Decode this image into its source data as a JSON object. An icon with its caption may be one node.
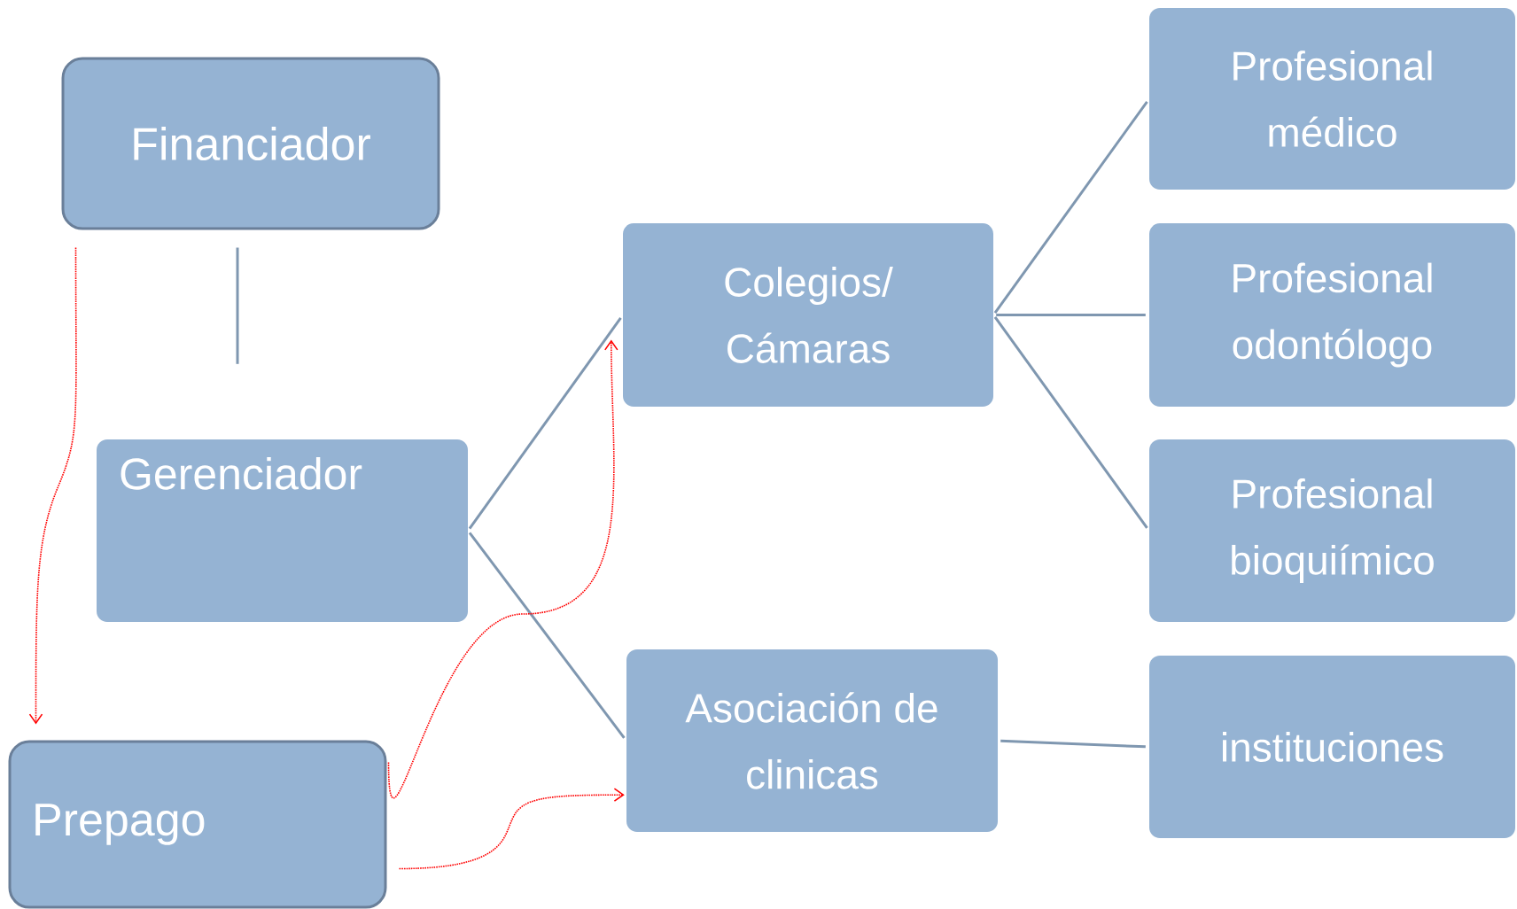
{
  "diagram": {
    "nodes": [
      {
        "text": [
          "Financiador"
        ]
      },
      {
        "text": [
          "Gerenciador"
        ]
      },
      {
        "text": [
          "Prepago"
        ]
      },
      {
        "text": [
          "Colegios/ Cámaras"
        ]
      },
      {
        "text": [
          "Asociación de clinicas"
        ]
      },
      {
        "text": [
          "Profesional médico"
        ]
      },
      {
        "text": [
          "Profesional odontólogo"
        ]
      },
      {
        "text": [
          "Profesional bioquiímico"
        ]
      },
      {
        "text": [
          "instituciones"
        ]
      }
    ],
    "edges": [
      {
        "from": 0,
        "to": 1,
        "arrow": "none"
      },
      {
        "from": 1,
        "to": 3,
        "arrow": "none"
      },
      {
        "from": 1,
        "to": 4,
        "arrow": "none"
      },
      {
        "from": 3,
        "to": 5,
        "arrow": "none"
      },
      {
        "from": 3,
        "to": 6,
        "arrow": "none"
      },
      {
        "from": 3,
        "to": 7,
        "arrow": "none"
      },
      {
        "from": 4,
        "to": 8,
        "arrow": "none"
      },
      {
        "from": 0,
        "to": 2,
        "arrow": "to",
        "style": "dashed",
        "color": "#ff0000"
      },
      {
        "from": 2,
        "to": 3,
        "arrow": "to",
        "style": "dashed",
        "color": "#ff0000"
      },
      {
        "from": 2,
        "to": 4,
        "arrow": "to",
        "style": "dashed",
        "color": "#ff0000"
      }
    ]
  }
}
